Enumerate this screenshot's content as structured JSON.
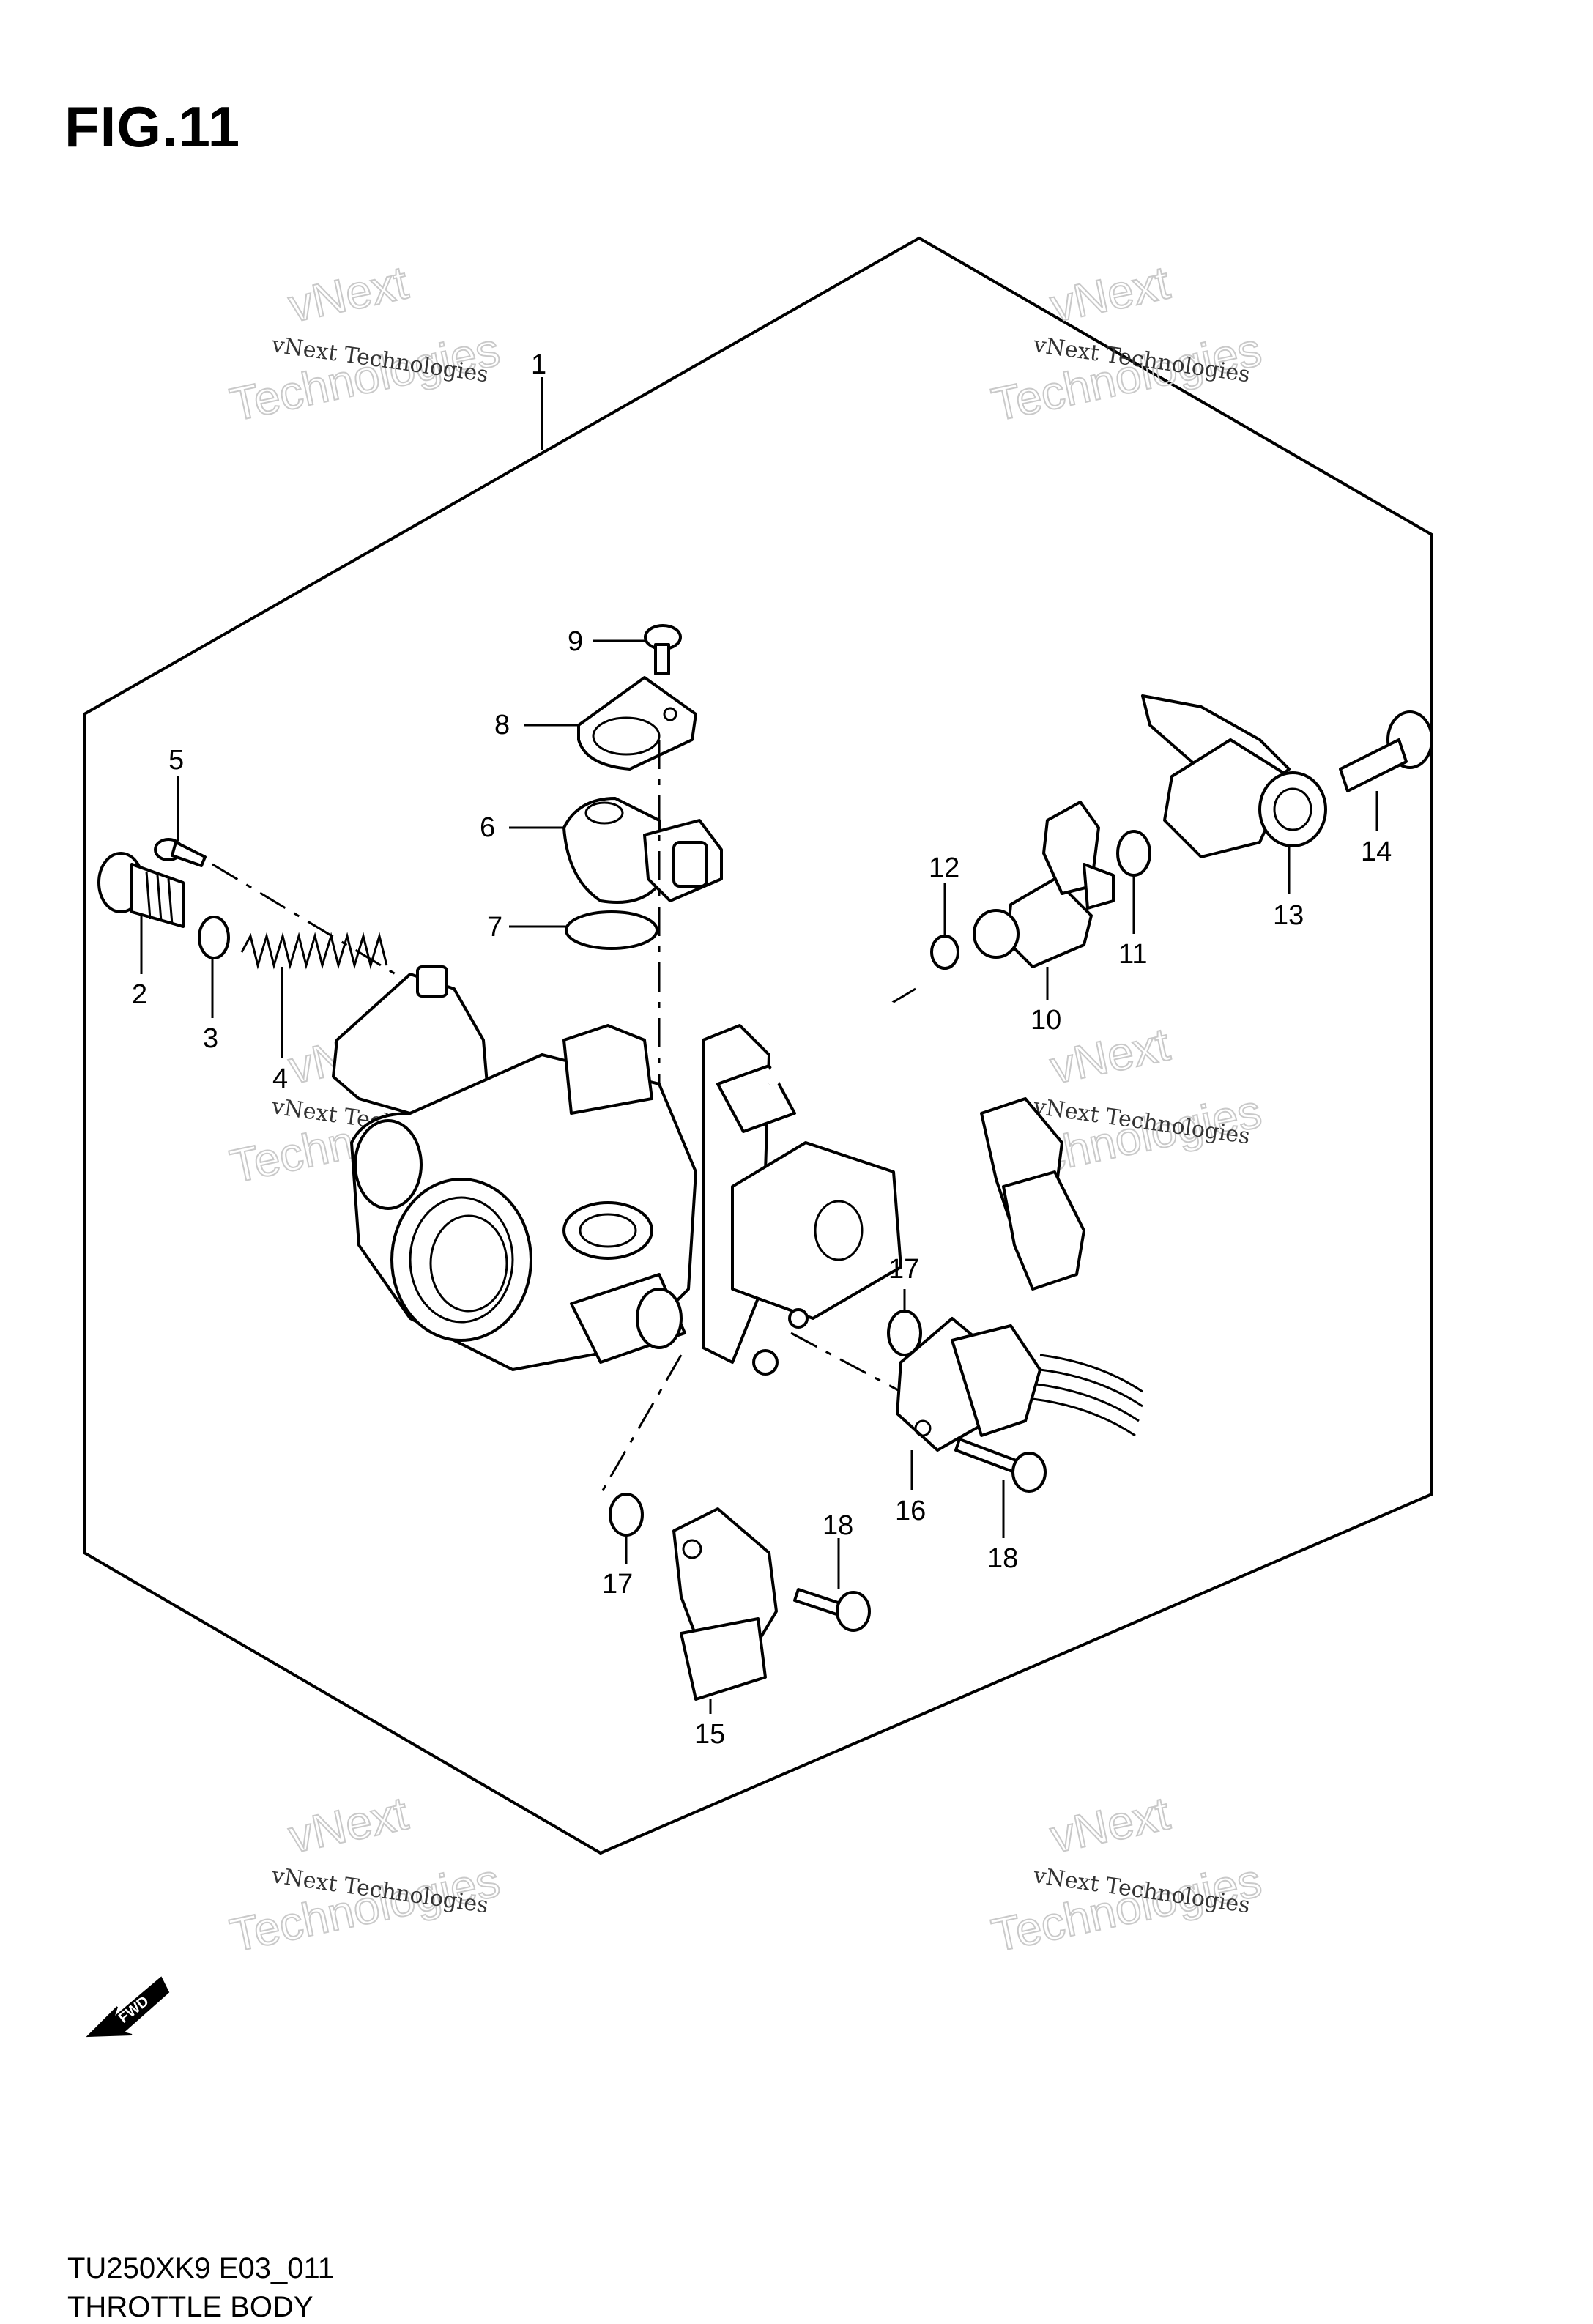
{
  "figure": {
    "title": "FIG.11"
  },
  "watermark": {
    "line_small": "vNext Technologies",
    "line_top": "vNext",
    "line_big": "Technologies"
  },
  "callouts": [
    {
      "id": "c1",
      "label": "1"
    },
    {
      "id": "c2",
      "label": "2"
    },
    {
      "id": "c3",
      "label": "3"
    },
    {
      "id": "c4",
      "label": "4"
    },
    {
      "id": "c5",
      "label": "5"
    },
    {
      "id": "c6",
      "label": "6"
    },
    {
      "id": "c7",
      "label": "7"
    },
    {
      "id": "c8",
      "label": "8"
    },
    {
      "id": "c9",
      "label": "9"
    },
    {
      "id": "c10",
      "label": "10"
    },
    {
      "id": "c11",
      "label": "11"
    },
    {
      "id": "c12",
      "label": "12"
    },
    {
      "id": "c13",
      "label": "13"
    },
    {
      "id": "c14",
      "label": "14"
    },
    {
      "id": "c15",
      "label": "15"
    },
    {
      "id": "c16",
      "label": "16"
    },
    {
      "id": "c17a",
      "label": "17"
    },
    {
      "id": "c17b",
      "label": "17"
    },
    {
      "id": "c18a",
      "label": "18"
    },
    {
      "id": "c18b",
      "label": "18"
    }
  ],
  "fwd_label": "FWD",
  "caption": {
    "model": "TU250XK9 E03_011",
    "name": "THROTTLE BODY"
  }
}
